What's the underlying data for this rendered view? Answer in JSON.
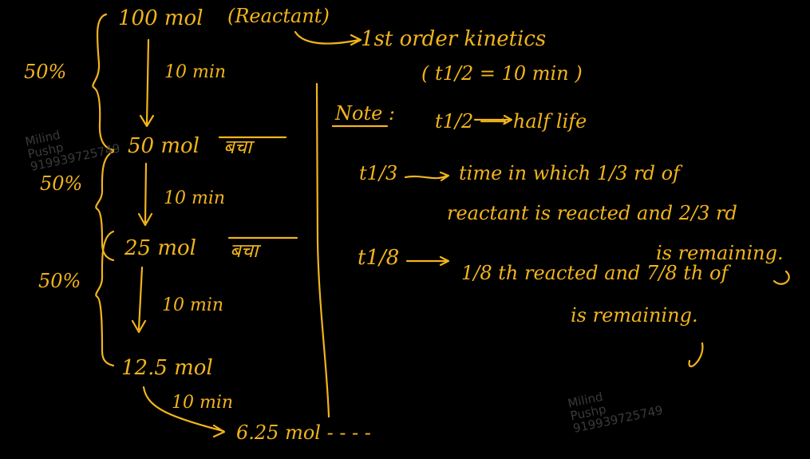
{
  "colors": {
    "background": "#000000",
    "ink": "#f2b41c",
    "watermark": "#3a3a3a"
  },
  "watermark": {
    "name": "Milind",
    "org": "Pushp",
    "phone": "919939725749"
  },
  "left": {
    "steps": [
      "100 mol",
      "50 mol",
      "25 mol",
      "12.5 mol",
      "6.25 mol - - - -"
    ],
    "reactant_tag": "(Reactant)",
    "stage2_word": "बचा",
    "stage3_word": "बचा",
    "intervals": [
      "10 min",
      "10 min",
      "10 min",
      "10 min"
    ],
    "percents": [
      "50%",
      "50%",
      "50%"
    ]
  },
  "right": {
    "kinetics": "1st order kinetics",
    "half_life_value": "( t1/2 = 10 min )",
    "note_label": "Note :",
    "note_text": "t1/2 ⟶ half life",
    "t13_symbol": "t1/3",
    "t13_line1": "time in which 1/3 rd of",
    "t13_line2": "reactant is reacted and 2/3 rd",
    "t13_line3": "is remaining.",
    "t18_symbol": "t1/8",
    "t18_line1": "1/8 th reacted and 7/8 th of",
    "t18_line2": "is remaining."
  }
}
